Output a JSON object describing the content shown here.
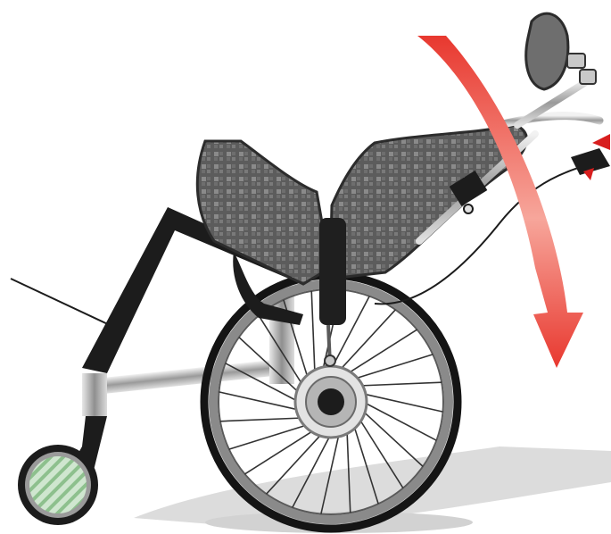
{
  "illustration": {
    "subject": "wheelchair-recline-mechanism",
    "colors": {
      "background": "#ffffff",
      "frame": "#1c1c1c",
      "seat_fabric": "#5c5c5c",
      "seat_grid": "#8a8a8a",
      "chrome": "#c9c9c9",
      "chrome_dark": "#8c8c8c",
      "rim": "#6e6e6e",
      "tire": "#141414",
      "spoke": "#333333",
      "shadow": "#d9d9d9",
      "arrow": "#e8382f",
      "arrow_light": "#f7a69b",
      "caster_fill": "#cfe6cf",
      "caster_stripe": "#8dc08d",
      "brake_red": "#d81e1e"
    },
    "parts": [
      "frame",
      "seat-cushion",
      "backrest",
      "rear-wheel",
      "hub",
      "front-caster",
      "headrest",
      "push-handle",
      "brake-lever",
      "recline-arrow",
      "ground-shadow"
    ]
  }
}
